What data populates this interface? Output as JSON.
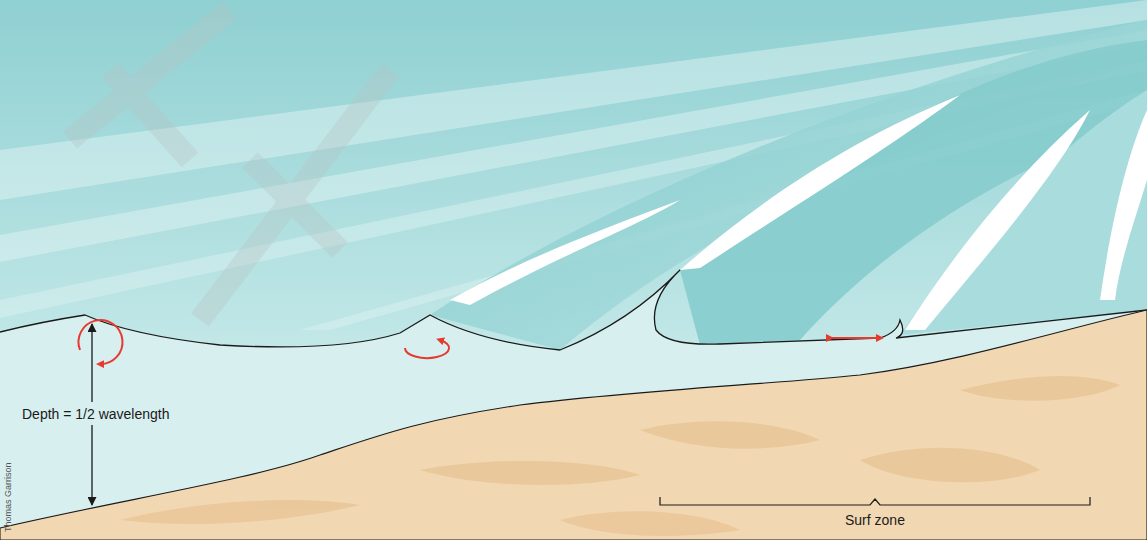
{
  "diagram": {
    "labels": [
      "Depth = 1/2 wavelength",
      "Surf zone",
      "Thomas Garrison"
    ]
  }
}
